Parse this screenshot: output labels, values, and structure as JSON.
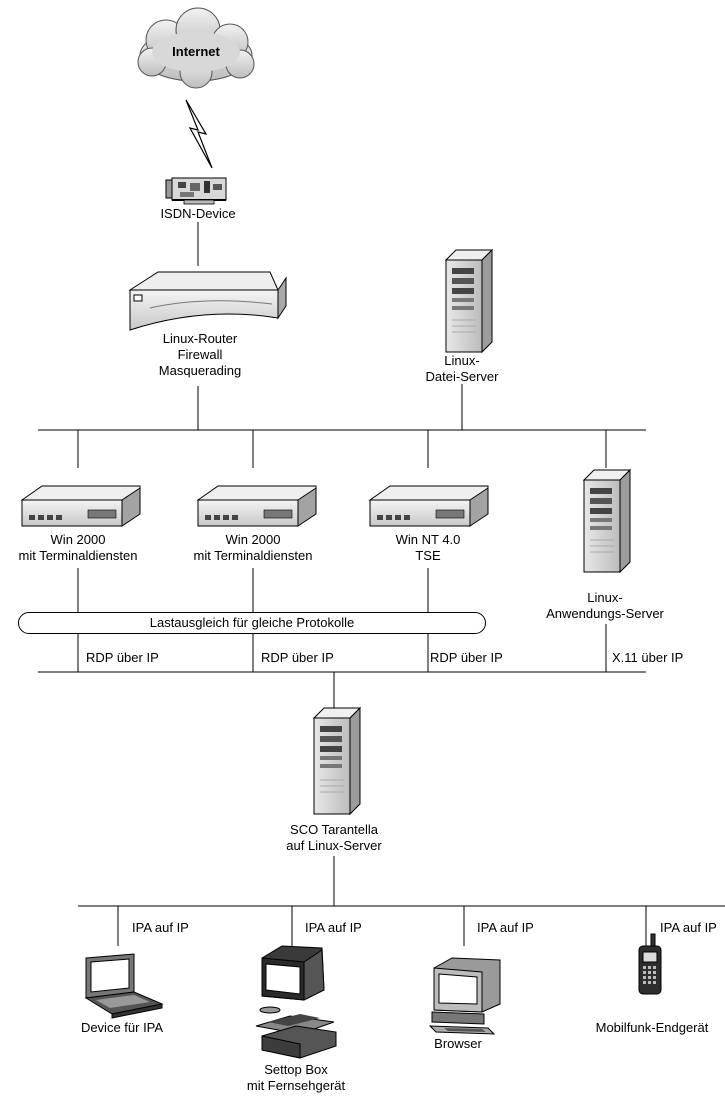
{
  "internet": "Internet",
  "isdn": "ISDN-Device",
  "router": [
    "Linux-Router",
    "Firewall",
    "Masquerading"
  ],
  "fileserver": [
    "Linux-",
    "Datei-Server"
  ],
  "win2000a": [
    "Win 2000",
    "mit Terminaldiensten"
  ],
  "win2000b": [
    "Win 2000",
    "mit Terminaldiensten"
  ],
  "winnt": [
    "Win NT 4.0",
    "TSE"
  ],
  "appserver": [
    "Linux-",
    "Anwendungs-Server"
  ],
  "balancing": "Lastausgleich für gleiche Protokolle",
  "protocols": [
    "RDP über IP",
    "RDP über IP",
    "RDP über IP",
    "X.11 über IP"
  ],
  "tarantella": [
    "SCO Tarantella",
    "auf Linux-Server"
  ],
  "clientproto": [
    "IPA auf IP",
    "IPA auf IP",
    "IPA auf IP",
    "IPA auf IP"
  ],
  "clients": {
    "laptop": "Device für IPA",
    "settop": [
      "Settop Box",
      "mit Fernsehgerät"
    ],
    "browser": "Browser",
    "mobile": "Mobilfunk-Endgerät"
  }
}
